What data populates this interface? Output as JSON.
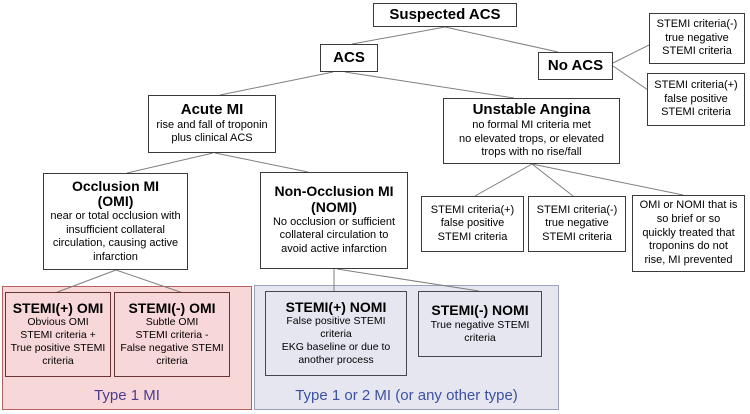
{
  "colors": {
    "box_border": "#3a3a3a",
    "line": "#7f7f7f",
    "pink_fill": "#f8d7d8",
    "pink_border": "#b5605e",
    "pink_inner_border": "#6b3434",
    "lavender_fill": "#e6e6f1",
    "lavender_border": "#9ba1b9",
    "lavender_inner_border": "#46464e",
    "type1_text": "#4a3d90",
    "type2_text": "#3b51a3"
  },
  "nodes": {
    "suspected_acs": {
      "title": "Suspected ACS"
    },
    "acs": {
      "title": "ACS"
    },
    "no_acs": {
      "title": "No ACS"
    },
    "no_acs_true_negative": {
      "body": "STEMI criteria(-)\ntrue negative\nSTEMI criteria"
    },
    "no_acs_false_positive": {
      "body": "STEMI criteria(+)\nfalse positive\nSTEMI criteria"
    },
    "acute_mi": {
      "title": "Acute MI",
      "body": "rise and fall of troponin\nplus clinical ACS"
    },
    "unstable_angina": {
      "title": "Unstable Angina",
      "body": "no formal MI criteria met\nno elevated trops, or elevated\ntrops with no rise/fall"
    },
    "occlusion_mi": {
      "title": "Occlusion MI\n(OMI)",
      "body": "near or total occlusion with\ninsufficient collateral\ncirculation, causing active\ninfarction"
    },
    "non_occlusion_mi": {
      "title": "Non-Occlusion MI\n(NOMI)",
      "body": "No occlusion or sufficient\ncollateral circulation to\navoid active infarction"
    },
    "ua_false_positive": {
      "body": "STEMI criteria(+)\nfalse positive\nSTEMI criteria"
    },
    "ua_true_negative": {
      "body": "STEMI criteria(-)\ntrue negative\nSTEMI criteria"
    },
    "ua_brief_mi": {
      "body": "OMI or NOMI that is\nso brief or so\nquickly treated that\ntroponins do not\nrise, MI prevented"
    },
    "stemi_pos_omi": {
      "title": "STEMI(+) OMI",
      "body": "Obvious OMI\nSTEMI criteria +\nTrue positive STEMI\ncriteria"
    },
    "stemi_neg_omi": {
      "title": "STEMI(-) OMI",
      "body": "Subtle OMI\nSTEMI criteria -\nFalse negative STEMI\ncriteria"
    },
    "stemi_pos_nomi": {
      "title": "STEMI(+) NOMI",
      "body": "False positive STEMI\ncriteria\nEKG baseline or due to\nanother process"
    },
    "stemi_neg_nomi": {
      "title": "STEMI(-) NOMI",
      "body": "True negative STEMI\ncriteria"
    }
  },
  "group_labels": {
    "type1": "Type 1 MI",
    "type1or2": "Type 1 or 2 MI (or any other type)"
  }
}
